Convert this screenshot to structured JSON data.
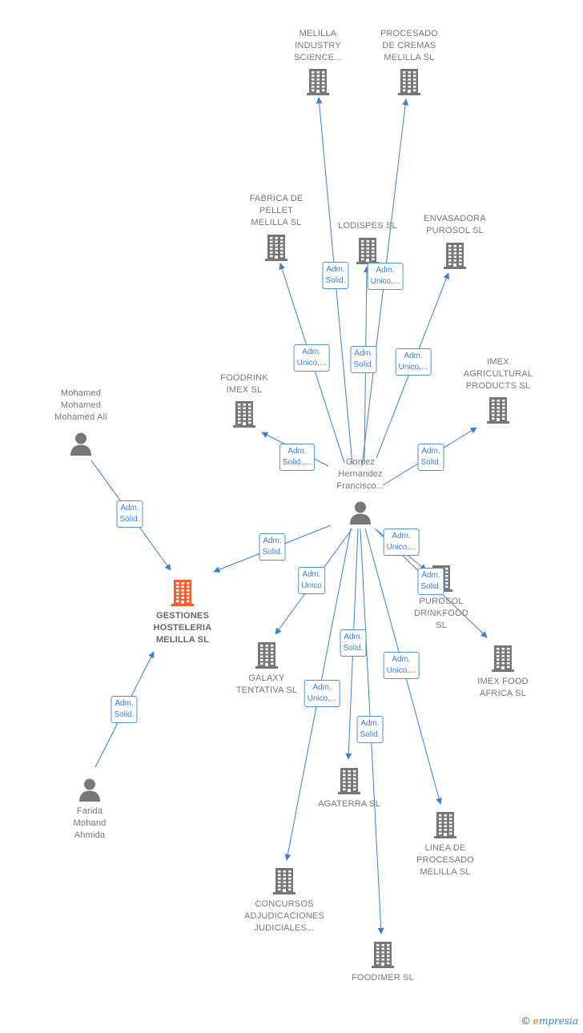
{
  "nodes": [
    {
      "id": "gomez",
      "type": "person",
      "label": "Gomez\nHernandez\nFrancisco..."
    },
    {
      "id": "gestiones",
      "type": "company",
      "focus": true,
      "label": "GESTIONES\nHOSTELERIA\nMELILLA  SL"
    },
    {
      "id": "mohamed",
      "type": "person",
      "label": "Mohamed\nMohamed\nMohamed Ali"
    },
    {
      "id": "farida",
      "type": "person",
      "label": "Farida\nMohand\nAhmida"
    },
    {
      "id": "melilla_industry",
      "type": "company",
      "label": "MELILLA\nINDUSTRY\nSCIENCE..."
    },
    {
      "id": "procesado_cremas",
      "type": "company",
      "label": "PROCESADO\nDE CREMAS\nMELILLA  SL"
    },
    {
      "id": "fabrica_pellet",
      "type": "company",
      "label": "FABRICA DE\nPELLET\nMELILLA  SL"
    },
    {
      "id": "lodispes",
      "type": "company",
      "label": "LODISPES  SL"
    },
    {
      "id": "envasadora",
      "type": "company",
      "label": "ENVASADORA\nPUROSOL  SL"
    },
    {
      "id": "foodrink",
      "type": "company",
      "label": "FOODRINK\nIMEX  SL"
    },
    {
      "id": "imex_agri",
      "type": "company",
      "label": "IMEX\nAGRICULTURAL\nPRODUCTS  SL"
    },
    {
      "id": "purosol",
      "type": "company",
      "label": "PUROSOL\nDRINKFOOD\nSL"
    },
    {
      "id": "imex_food",
      "type": "company",
      "label": "IMEX FOOD\nAFRICA  SL"
    },
    {
      "id": "galaxy",
      "type": "company",
      "label": "GALAXY\nTENTATIVA  SL"
    },
    {
      "id": "agaterra",
      "type": "company",
      "label": "AGATERRA SL"
    },
    {
      "id": "linea",
      "type": "company",
      "label": "LINEA DE\nPROCESADO\nMELILLA  SL"
    },
    {
      "id": "concursos",
      "type": "company",
      "label": "CONCURSOS\nADJUDICACIONES\nJUDICIALES..."
    },
    {
      "id": "foodimer",
      "type": "company",
      "label": "FOODIMER  SL"
    }
  ],
  "edges": [
    {
      "from": "gomez",
      "to": "melilla_industry",
      "label": "Adm.\nSolid."
    },
    {
      "from": "gomez",
      "to": "procesado_cremas",
      "label": "Adm.\nUnico,..."
    },
    {
      "from": "gomez",
      "to": "fabrica_pellet",
      "label": "Adm.\nUnico,..."
    },
    {
      "from": "gomez",
      "to": "lodispes",
      "label": "Adm.\nSolid."
    },
    {
      "from": "gomez",
      "to": "envasadora",
      "label": "Adm.\nUnico,..."
    },
    {
      "from": "gomez",
      "to": "foodrink",
      "label": "Adm.\nSolid.,..."
    },
    {
      "from": "gomez",
      "to": "imex_agri",
      "label": "Adm.\nSolid."
    },
    {
      "from": "gomez",
      "to": "gestiones",
      "label": "Adm.\nSolid."
    },
    {
      "from": "gomez",
      "to": "galaxy",
      "label": "Adm.\nUnico"
    },
    {
      "from": "gomez",
      "to": "purosol",
      "label": "Adm.\nUnico,..."
    },
    {
      "from": "gomez",
      "to": "imex_food",
      "label": "Adm.\nSolid."
    },
    {
      "from": "gomez",
      "to": "agaterra",
      "label": "Adm.\nSolid."
    },
    {
      "from": "gomez",
      "to": "linea",
      "label": "Adm.\nUnico,..."
    },
    {
      "from": "gomez",
      "to": "concursos",
      "label": "Adm.\nUnico,..."
    },
    {
      "from": "gomez",
      "to": "foodimer",
      "label": "Adm.\nSolid."
    },
    {
      "from": "mohamed",
      "to": "gestiones",
      "label": "Adm.\nSolid."
    },
    {
      "from": "farida",
      "to": "gestiones",
      "label": "Adm.\nSolid."
    }
  ],
  "colors": {
    "edge": "#3a7fd0",
    "company_icon": "#777777",
    "focus_icon": "#f06030",
    "person_icon": "#777777"
  },
  "footer": {
    "copyright": "©",
    "brand_first": "e",
    "brand_rest": "mpresia"
  }
}
